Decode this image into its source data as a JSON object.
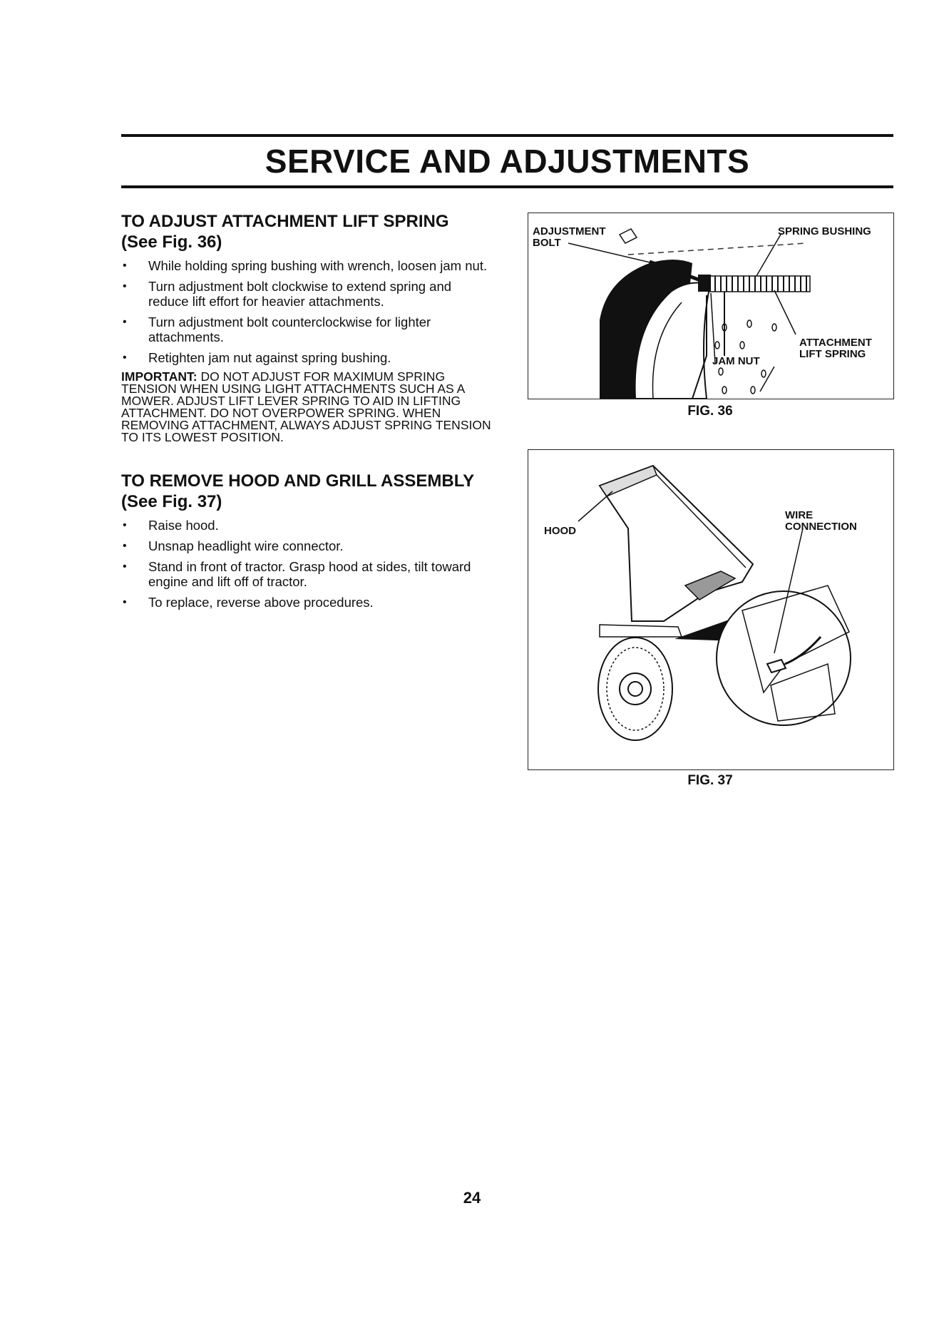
{
  "page": {
    "title": "SERVICE AND ADJUSTMENTS",
    "page_number": "24"
  },
  "section1": {
    "heading": "TO ADJUST ATTACHMENT LIFT SPRING",
    "subheading": "(See Fig. 36)",
    "bullets": [
      "While holding spring bushing with wrench, loosen jam nut.",
      "Turn adjustment bolt clockwise to extend spring and reduce lift effort for heavier attachments.",
      "Turn adjustment bolt counterclockwise for lighter attachments.",
      "Retighten jam nut against spring bushing."
    ],
    "important_label": "IMPORTANT:",
    "important_text": "DO NOT ADJUST FOR MAXIMUM SPRING TENSION WHEN USING LIGHT ATTACHMENTS SUCH AS A MOWER. ADJUST LIFT LEVER SPRING TO AID IN LIFTING ATTACHMENT. DO NOT OVERPOWER SPRING. WHEN REMOVING ATTACHMENT, ALWAYS ADJUST SPRING TENSION TO ITS LOWEST POSITION."
  },
  "section2": {
    "heading": "TO REMOVE HOOD AND GRILL ASSEMBLY",
    "subheading": "(See Fig. 37)",
    "bullets": [
      "Raise hood.",
      "Unsnap headlight wire connector.",
      "Stand in front of tractor. Grasp hood at sides, tilt toward engine and lift off of tractor.",
      "To replace, reverse above procedures."
    ]
  },
  "fig36": {
    "caption": "FIG. 36",
    "labels": {
      "adjustment_bolt_1": "ADJUSTMENT",
      "adjustment_bolt_2": "BOLT",
      "spring_bushing": "SPRING BUSHING",
      "attachment_lift_spring_1": "ATTACHMENT",
      "attachment_lift_spring_2": "LIFT SPRING",
      "jam_nut": "JAM NUT"
    }
  },
  "fig37": {
    "caption": "FIG. 37",
    "labels": {
      "hood": "HOOD",
      "wire_connection_1": "WIRE",
      "wire_connection_2": "CONNECTION"
    }
  }
}
